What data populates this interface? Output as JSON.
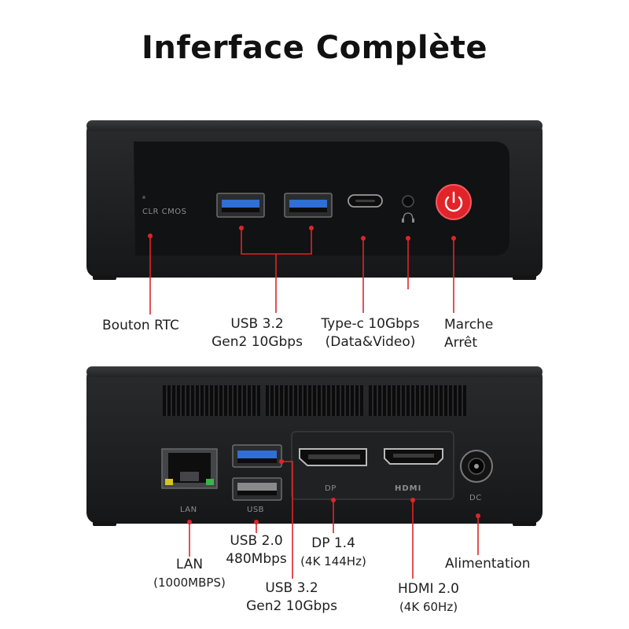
{
  "title": "Inferface Complète",
  "front": {
    "port_print": "CLR CMOS",
    "labels": {
      "rtc": "Bouton RTC",
      "usb32_line1": "USB 3.2",
      "usb32_line2": "Gen2 10Gbps",
      "typec_line1": "Type-c 10Gbps",
      "typec_line2": "(Data&Video)",
      "power_line1": "Marche",
      "power_line2": "Arrêt"
    }
  },
  "rear": {
    "port_prints": {
      "lan": "LAN",
      "usb": "USB",
      "dp": "DP",
      "hdmi": "HDMI",
      "dc": "DC"
    },
    "labels": {
      "lan_line1": "LAN",
      "lan_line2": "(1000MBPS)",
      "usb20_line1": "USB 2.0",
      "usb20_line2": "480Mbps",
      "dp_line1": "DP 1.4",
      "dp_line2": "(4K 144Hz)",
      "usb32_line1": "USB 3.2",
      "usb32_line2": "Gen2 10Gbps",
      "hdmi_line1": "HDMI 2.0",
      "hdmi_line2": "(4K 60Hz)",
      "power": "Alimentation"
    }
  },
  "colors": {
    "accent": "#e0242a",
    "usb3": "#2f6fd6",
    "device": "#1e1f21"
  }
}
